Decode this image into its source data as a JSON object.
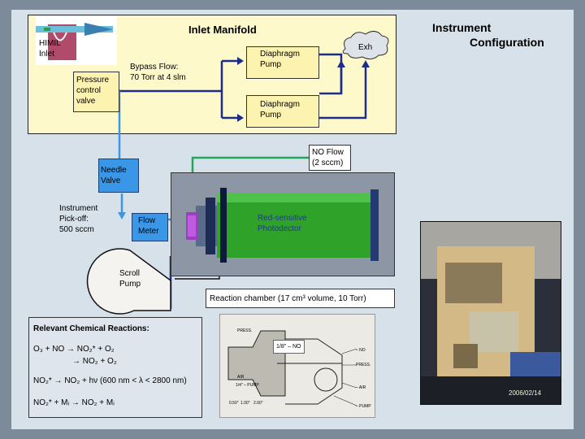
{
  "title": {
    "line1": "Instrument",
    "line2": "Configuration"
  },
  "manifold": {
    "title": "Inlet Manifold",
    "inlet": "HIMIL\nInlet",
    "exhaust": "Exh"
  },
  "components": {
    "pressure_valve": "Pressure\ncontrol\nvalve",
    "bypass": "Bypass Flow:\n70 Torr at 4 slm",
    "pump1": "Diaphragm\nPump",
    "pump2": "Diaphragm\nPump",
    "needle_valve": "Needle\nValve",
    "pickoff": "Instrument\nPick-off:\n500 sccm",
    "flow_meter": "Flow\nMeter",
    "scroll_pump": "Scroll\nPump",
    "no_flow": "NO Flow\n(2 sccm)",
    "photodetector": "Red-sensitive\nPhotodector",
    "reaction_chamber": "Reaction chamber (17 cm³ volume, 10 Torr)"
  },
  "reactions": {
    "heading": "Relevant Chemical Reactions:",
    "r1": "O₃ + NO    →  NO₂* + O₂",
    "r2": "→  NO₂ + O₂",
    "r3": "NO₂* → NO₂ + hν  (600 nm < λ < 2800 nm)",
    "r4": "NO₂* + Mᵢ  →  NO₂ + Mᵢ"
  },
  "schematic": {
    "inset": "1/8\" – NO",
    "labels": [
      "PRESS.",
      "AIR",
      "1/4\" – PUMP",
      "– NO",
      "PRESS.",
      "– AIR",
      "– PUMP"
    ],
    "dims": [
      "0.50\"",
      "1.00\"",
      "2.00\""
    ]
  },
  "photo": {
    "date": "2006/02/14"
  }
}
